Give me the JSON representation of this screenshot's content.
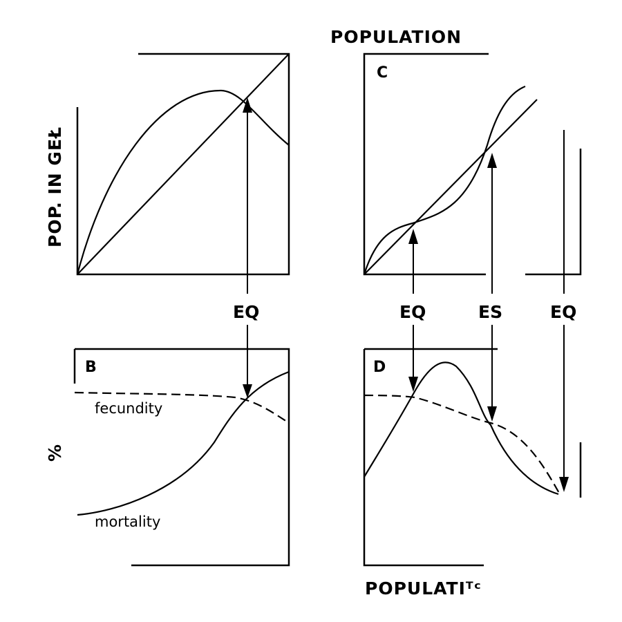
{
  "labels": {
    "top_axis": "POPULATIOΝ",
    "bottom_axis": "POPULATIᵀᶜ",
    "left_axis_top": "POP. IN GEŁ",
    "left_axis_bottom": "%"
  },
  "panels": {
    "B": "B",
    "C": "C",
    "D": "D"
  },
  "curve_labels": {
    "fecundity": "fecundity",
    "mortality": "mortality"
  },
  "markers": {
    "left_eq": "EQ",
    "right_eq_1": "EQ",
    "right_es": "ES",
    "right_eq_2": "EQ"
  },
  "colors": {
    "ink": "#000000",
    "paper": "#ffffff"
  }
}
